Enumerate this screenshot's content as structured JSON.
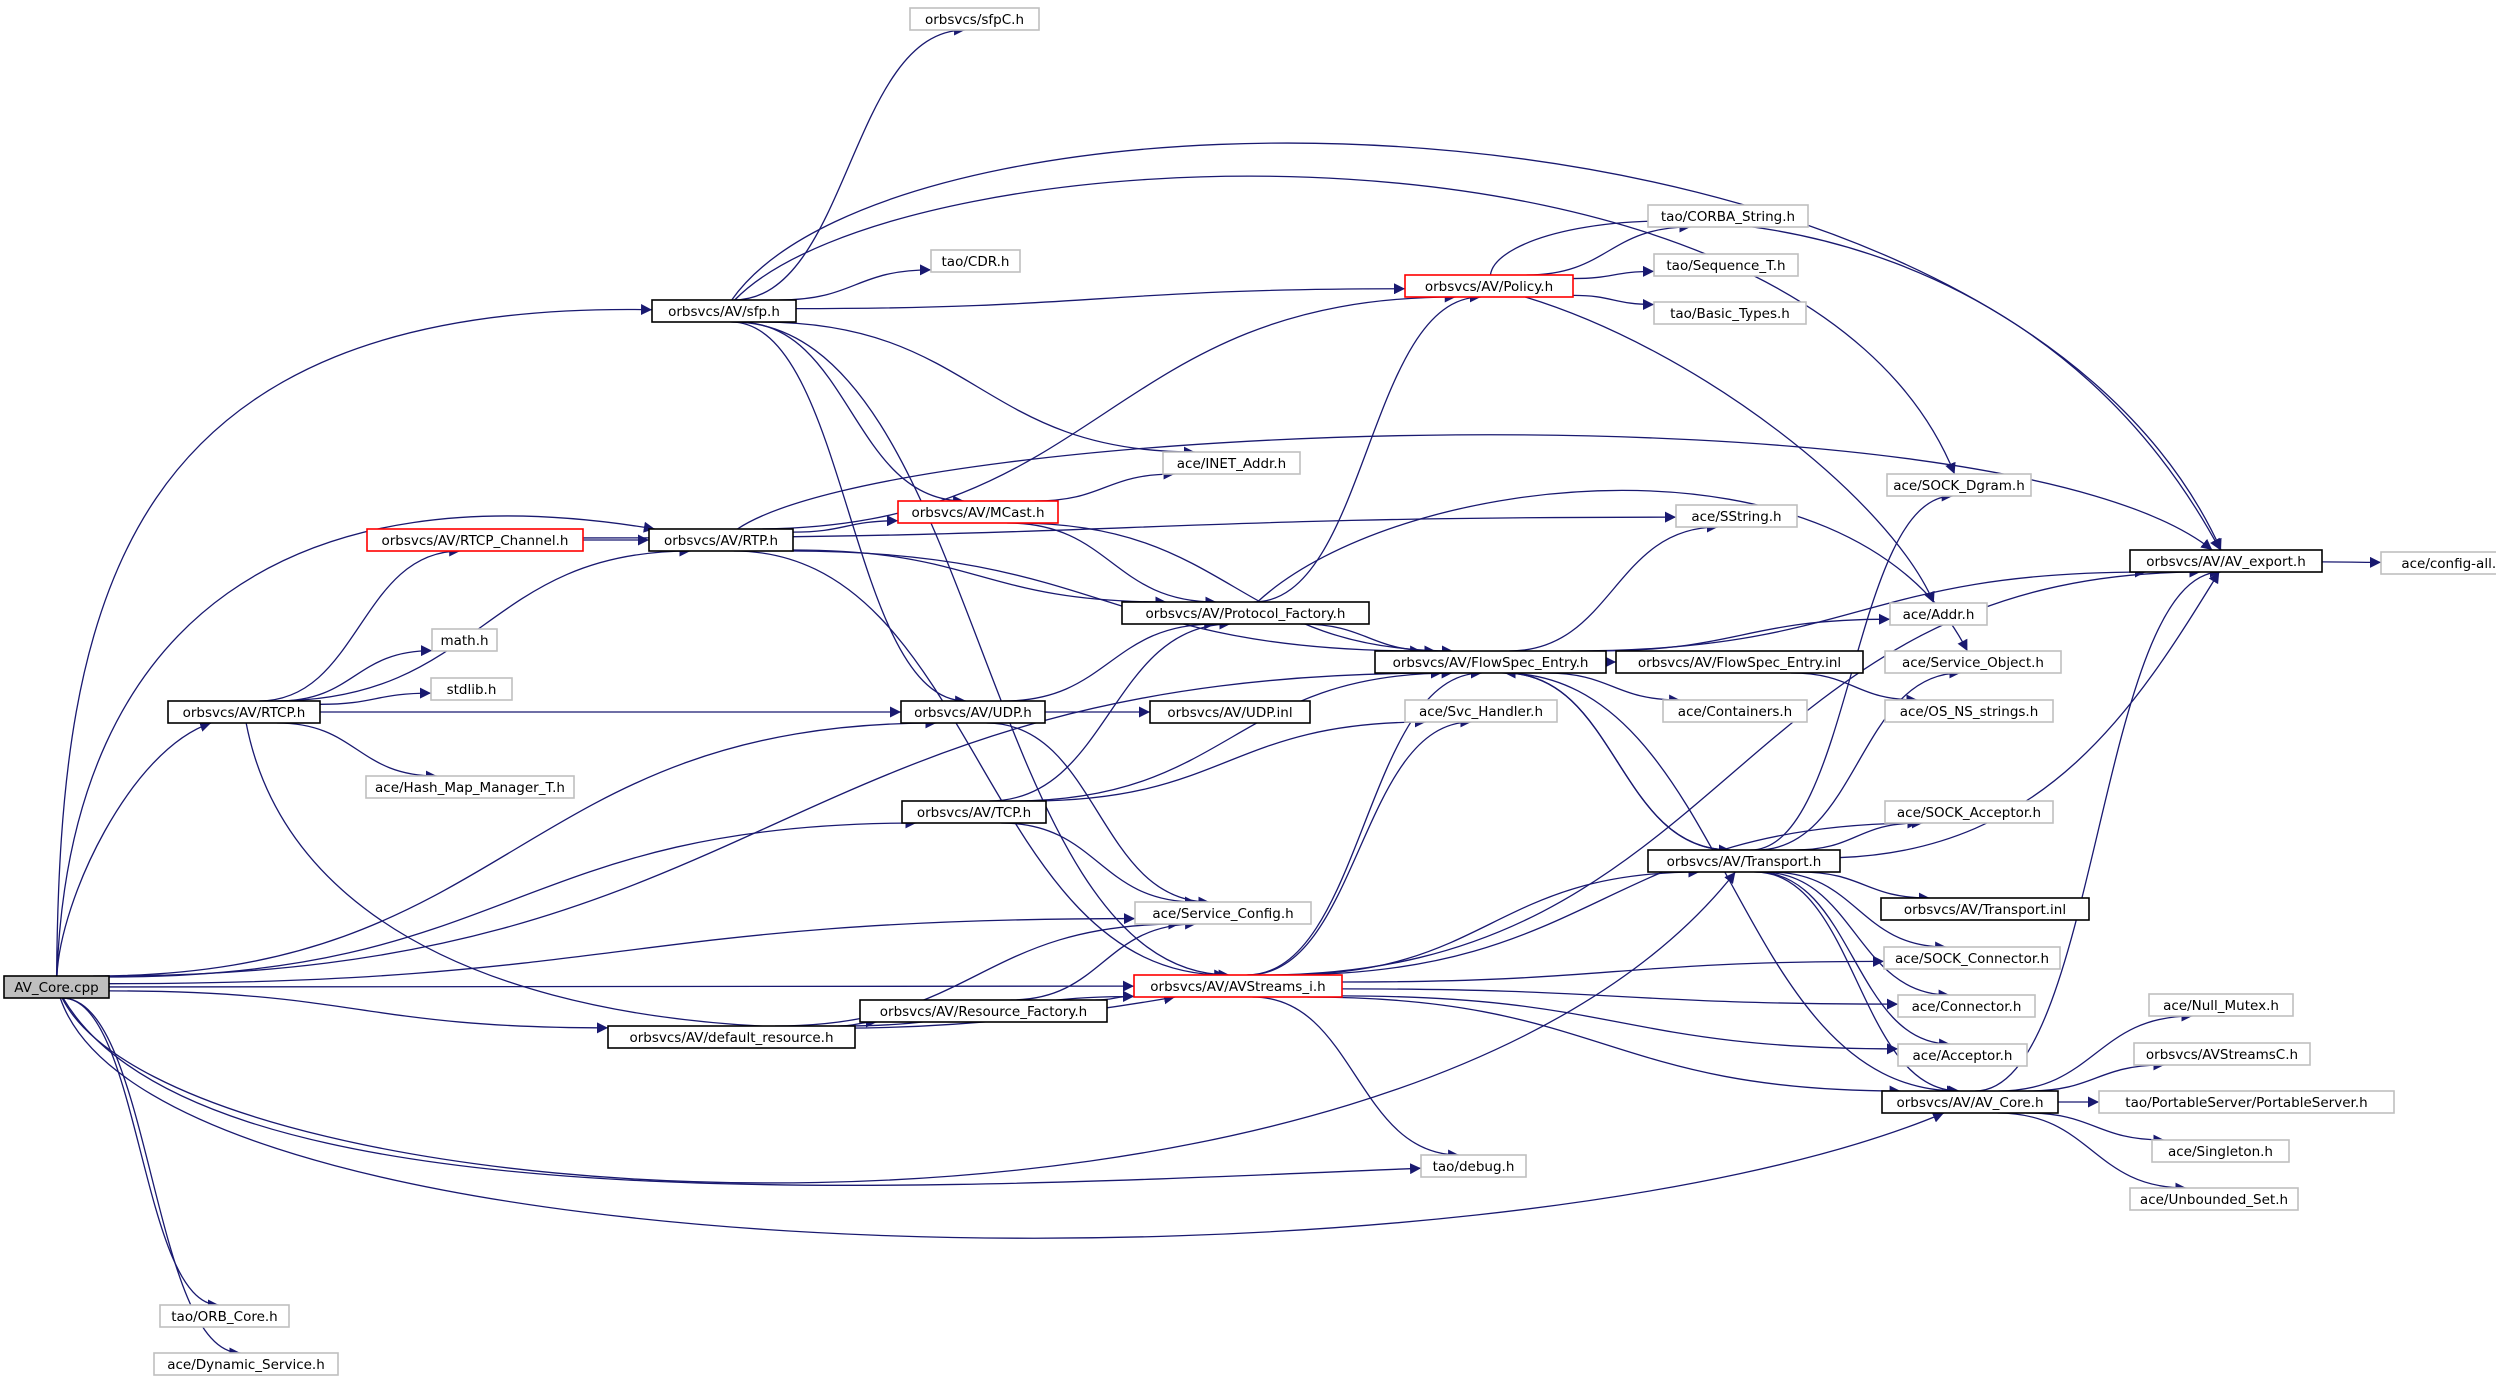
{
  "graph": {
    "colors": {
      "edge": "#191970",
      "root_fill": "#bfbfbf",
      "node_border": "#000000",
      "incomplete_border": "#ff0000",
      "external_border": "#bfbfbf",
      "fill": "#ffffff"
    },
    "nodes": [
      {
        "id": "av_core_cpp",
        "label": "AV_Core.cpp",
        "kind": "root"
      },
      {
        "id": "sfpC_h",
        "label": "orbsvcs/sfpC.h",
        "kind": "external"
      },
      {
        "id": "sfp_h",
        "label": "orbsvcs/AV/sfp.h",
        "kind": "normal"
      },
      {
        "id": "cdr_h",
        "label": "tao/CDR.h",
        "kind": "external"
      },
      {
        "id": "policy_h",
        "label": "orbsvcs/AV/Policy.h",
        "kind": "incomplete"
      },
      {
        "id": "corba_string_h",
        "label": "tao/CORBA_String.h",
        "kind": "external"
      },
      {
        "id": "sequence_t_h",
        "label": "tao/Sequence_T.h",
        "kind": "external"
      },
      {
        "id": "basic_types_h",
        "label": "tao/Basic_Types.h",
        "kind": "external"
      },
      {
        "id": "inet_addr_h",
        "label": "ace/INET_Addr.h",
        "kind": "external"
      },
      {
        "id": "sock_dgram_h",
        "label": "ace/SOCK_Dgram.h",
        "kind": "external"
      },
      {
        "id": "rtcp_channel_h",
        "label": "orbsvcs/AV/RTCP_Channel.h",
        "kind": "incomplete"
      },
      {
        "id": "rtp_h",
        "label": "orbsvcs/AV/RTP.h",
        "kind": "normal"
      },
      {
        "id": "mcast_h",
        "label": "orbsvcs/AV/MCast.h",
        "kind": "incomplete"
      },
      {
        "id": "sstring_h",
        "label": "ace/SString.h",
        "kind": "external"
      },
      {
        "id": "av_export_h",
        "label": "orbsvcs/AV/AV_export.h",
        "kind": "normal"
      },
      {
        "id": "config_all_h",
        "label": "ace/config-all.h",
        "kind": "external"
      },
      {
        "id": "protocol_factory_h",
        "label": "orbsvcs/AV/Protocol_Factory.h",
        "kind": "normal"
      },
      {
        "id": "addr_h",
        "label": "ace/Addr.h",
        "kind": "external"
      },
      {
        "id": "math_h",
        "label": "math.h",
        "kind": "external"
      },
      {
        "id": "flowspec_entry_h",
        "label": "orbsvcs/AV/FlowSpec_Entry.h",
        "kind": "normal"
      },
      {
        "id": "flowspec_entry_inl",
        "label": "orbsvcs/AV/FlowSpec_Entry.inl",
        "kind": "normal"
      },
      {
        "id": "service_object_h",
        "label": "ace/Service_Object.h",
        "kind": "external"
      },
      {
        "id": "stdlib_h",
        "label": "stdlib.h",
        "kind": "external"
      },
      {
        "id": "containers_h",
        "label": "ace/Containers.h",
        "kind": "external"
      },
      {
        "id": "os_ns_strings_h",
        "label": "ace/OS_NS_strings.h",
        "kind": "external"
      },
      {
        "id": "rtcp_h",
        "label": "orbsvcs/AV/RTCP.h",
        "kind": "normal"
      },
      {
        "id": "udp_h",
        "label": "orbsvcs/AV/UDP.h",
        "kind": "normal"
      },
      {
        "id": "udp_inl",
        "label": "orbsvcs/AV/UDP.inl",
        "kind": "normal"
      },
      {
        "id": "svc_handler_h",
        "label": "ace/Svc_Handler.h",
        "kind": "external"
      },
      {
        "id": "hash_map_manager_t_h",
        "label": "ace/Hash_Map_Manager_T.h",
        "kind": "external"
      },
      {
        "id": "tcp_h",
        "label": "orbsvcs/AV/TCP.h",
        "kind": "normal"
      },
      {
        "id": "sock_acceptor_h",
        "label": "ace/SOCK_Acceptor.h",
        "kind": "external"
      },
      {
        "id": "transport_h",
        "label": "orbsvcs/AV/Transport.h",
        "kind": "normal"
      },
      {
        "id": "transport_inl",
        "label": "orbsvcs/AV/Transport.inl",
        "kind": "normal"
      },
      {
        "id": "service_config_h",
        "label": "ace/Service_Config.h",
        "kind": "external"
      },
      {
        "id": "sock_connector_h",
        "label": "ace/SOCK_Connector.h",
        "kind": "external"
      },
      {
        "id": "resource_factory_h",
        "label": "orbsvcs/AV/Resource_Factory.h",
        "kind": "normal"
      },
      {
        "id": "avstreams_i_h",
        "label": "orbsvcs/AV/AVStreams_i.h",
        "kind": "incomplete"
      },
      {
        "id": "connector_h",
        "label": "ace/Connector.h",
        "kind": "external"
      },
      {
        "id": "null_mutex_h",
        "label": "ace/Null_Mutex.h",
        "kind": "external"
      },
      {
        "id": "default_resource_h",
        "label": "orbsvcs/AV/default_resource.h",
        "kind": "normal"
      },
      {
        "id": "acceptor_h",
        "label": "ace/Acceptor.h",
        "kind": "external"
      },
      {
        "id": "avstreamsc_h",
        "label": "orbsvcs/AVStreamsC.h",
        "kind": "external"
      },
      {
        "id": "av_core_h",
        "label": "orbsvcs/AV/AV_Core.h",
        "kind": "normal"
      },
      {
        "id": "portableserver_h",
        "label": "tao/PortableServer/PortableServer.h",
        "kind": "external"
      },
      {
        "id": "singleton_h",
        "label": "ace/Singleton.h",
        "kind": "external"
      },
      {
        "id": "debug_h",
        "label": "tao/debug.h",
        "kind": "external"
      },
      {
        "id": "unbounded_set_h",
        "label": "ace/Unbounded_Set.h",
        "kind": "external"
      },
      {
        "id": "orb_core_h",
        "label": "tao/ORB_Core.h",
        "kind": "external"
      },
      {
        "id": "dynamic_service_h",
        "label": "ace/Dynamic_Service.h",
        "kind": "external"
      }
    ],
    "edges": [
      [
        "av_core_cpp",
        "sfp_h"
      ],
      [
        "av_core_cpp",
        "rtp_h"
      ],
      [
        "av_core_cpp",
        "rtcp_h"
      ],
      [
        "av_core_cpp",
        "udp_h"
      ],
      [
        "av_core_cpp",
        "tcp_h"
      ],
      [
        "av_core_cpp",
        "flowspec_entry_h"
      ],
      [
        "av_core_cpp",
        "service_config_h"
      ],
      [
        "av_core_cpp",
        "avstreams_i_h"
      ],
      [
        "av_core_cpp",
        "default_resource_h"
      ],
      [
        "av_core_cpp",
        "transport_h"
      ],
      [
        "av_core_cpp",
        "debug_h"
      ],
      [
        "av_core_cpp",
        "av_core_h"
      ],
      [
        "av_core_cpp",
        "orb_core_h"
      ],
      [
        "av_core_cpp",
        "dynamic_service_h"
      ],
      [
        "sfp_h",
        "sfpC_h"
      ],
      [
        "sfp_h",
        "cdr_h"
      ],
      [
        "sfp_h",
        "policy_h"
      ],
      [
        "sfp_h",
        "av_export_h"
      ],
      [
        "sfp_h",
        "sock_dgram_h"
      ],
      [
        "sfp_h",
        "inet_addr_h"
      ],
      [
        "sfp_h",
        "mcast_h"
      ],
      [
        "sfp_h",
        "udp_h"
      ],
      [
        "sfp_h",
        "avstreams_i_h"
      ],
      [
        "policy_h",
        "corba_string_h"
      ],
      [
        "policy_h",
        "sequence_t_h"
      ],
      [
        "policy_h",
        "basic_types_h"
      ],
      [
        "policy_h",
        "addr_h"
      ],
      [
        "policy_h",
        "av_export_h"
      ],
      [
        "rtcp_channel_h",
        "rtp_h"
      ],
      [
        "rtcp_channel_h",
        "sstring_h"
      ],
      [
        "rtp_h",
        "mcast_h"
      ],
      [
        "rtp_h",
        "protocol_factory_h"
      ],
      [
        "rtp_h",
        "policy_h"
      ],
      [
        "rtp_h",
        "flowspec_entry_h"
      ],
      [
        "rtp_h",
        "av_export_h"
      ],
      [
        "rtp_h",
        "avstreams_i_h"
      ],
      [
        "mcast_h",
        "inet_addr_h"
      ],
      [
        "mcast_h",
        "protocol_factory_h"
      ],
      [
        "mcast_h",
        "flowspec_entry_h"
      ],
      [
        "protocol_factory_h",
        "policy_h"
      ],
      [
        "protocol_factory_h",
        "flowspec_entry_h"
      ],
      [
        "protocol_factory_h",
        "service_object_h"
      ],
      [
        "flowspec_entry_h",
        "flowspec_entry_inl"
      ],
      [
        "flowspec_entry_h",
        "sstring_h"
      ],
      [
        "flowspec_entry_h",
        "av_export_h"
      ],
      [
        "flowspec_entry_h",
        "addr_h"
      ],
      [
        "flowspec_entry_h",
        "containers_h"
      ],
      [
        "flowspec_entry_h",
        "transport_h"
      ],
      [
        "flowspec_entry_h",
        "av_core_h"
      ],
      [
        "flowspec_entry_inl",
        "os_ns_strings_h"
      ],
      [
        "rtcp_h",
        "rtcp_channel_h"
      ],
      [
        "rtcp_h",
        "rtp_h"
      ],
      [
        "rtcp_h",
        "math_h"
      ],
      [
        "rtcp_h",
        "stdlib_h"
      ],
      [
        "rtcp_h",
        "udp_h"
      ],
      [
        "rtcp_h",
        "hash_map_manager_t_h"
      ],
      [
        "rtcp_h",
        "avstreams_i_h"
      ],
      [
        "udp_h",
        "udp_inl"
      ],
      [
        "udp_h",
        "protocol_factory_h"
      ],
      [
        "udp_h",
        "service_config_h"
      ],
      [
        "tcp_h",
        "protocol_factory_h"
      ],
      [
        "tcp_h",
        "flowspec_entry_h"
      ],
      [
        "tcp_h",
        "svc_handler_h"
      ],
      [
        "tcp_h",
        "service_config_h"
      ],
      [
        "transport_h",
        "flowspec_entry_h"
      ],
      [
        "transport_h",
        "sock_dgram_h"
      ],
      [
        "transport_h",
        "service_object_h"
      ],
      [
        "transport_h",
        "sock_acceptor_h"
      ],
      [
        "transport_h",
        "transport_inl"
      ],
      [
        "transport_h",
        "sock_connector_h"
      ],
      [
        "transport_h",
        "connector_h"
      ],
      [
        "transport_h",
        "acceptor_h"
      ],
      [
        "transport_h",
        "av_core_h"
      ],
      [
        "transport_h",
        "av_export_h"
      ],
      [
        "avstreams_i_h",
        "flowspec_entry_h"
      ],
      [
        "avstreams_i_h",
        "svc_handler_h"
      ],
      [
        "avstreams_i_h",
        "sock_acceptor_h"
      ],
      [
        "avstreams_i_h",
        "transport_h"
      ],
      [
        "avstreams_i_h",
        "sock_connector_h"
      ],
      [
        "avstreams_i_h",
        "connector_h"
      ],
      [
        "avstreams_i_h",
        "acceptor_h"
      ],
      [
        "avstreams_i_h",
        "av_core_h"
      ],
      [
        "avstreams_i_h",
        "debug_h"
      ],
      [
        "avstreams_i_h",
        "av_export_h"
      ],
      [
        "default_resource_h",
        "resource_factory_h"
      ],
      [
        "default_resource_h",
        "service_config_h"
      ],
      [
        "default_resource_h",
        "avstreams_i_h"
      ],
      [
        "resource_factory_h",
        "avstreams_i_h"
      ],
      [
        "resource_factory_h",
        "service_config_h"
      ],
      [
        "av_core_h",
        "av_export_h"
      ],
      [
        "av_core_h",
        "null_mutex_h"
      ],
      [
        "av_core_h",
        "avstreamsc_h"
      ],
      [
        "av_core_h",
        "portableserver_h"
      ],
      [
        "av_core_h",
        "singleton_h"
      ],
      [
        "av_core_h",
        "unbounded_set_h"
      ],
      [
        "av_export_h",
        "config_all_h"
      ]
    ]
  }
}
